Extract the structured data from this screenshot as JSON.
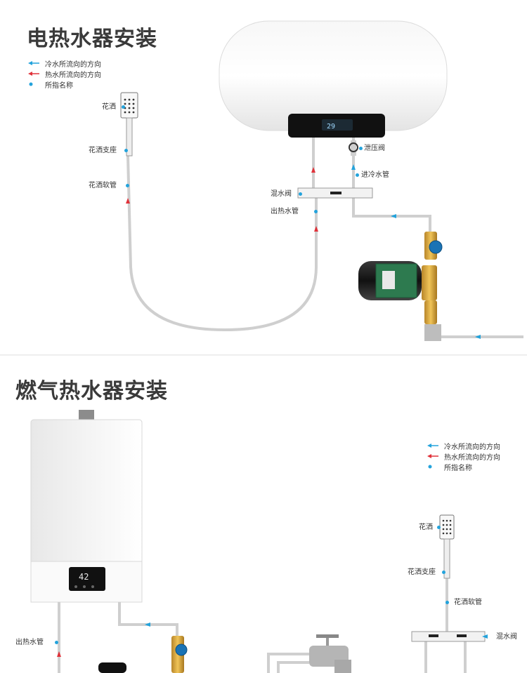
{
  "section1": {
    "title": "电热水器安装",
    "legend": {
      "cold": "冷水所流向的方向",
      "hot": "热水所流向的方向",
      "named": "所指名称"
    },
    "labels": {
      "shower_head": "花洒",
      "shower_bracket": "花洒支座",
      "shower_hose": "花洒软管",
      "relief_valve": "泄压阀",
      "cold_inlet": "进冷水管",
      "mixing_valve": "混水阀",
      "hot_outlet": "出热水管"
    },
    "display": "29"
  },
  "section2": {
    "title": "燃气热水器安装",
    "legend": {
      "cold": "冷水所流向的方向",
      "hot": "热水所流向的方向",
      "named": "所指名称"
    },
    "labels": {
      "shower_head": "花洒",
      "shower_bracket": "花洒支座",
      "shower_hose": "花洒软管",
      "mixing_valve": "混水阀",
      "hot_outlet": "出热水管"
    },
    "display": "42"
  },
  "colors": {
    "cold_arrow": "#23a3dc",
    "hot_arrow": "#e0323a",
    "dot": "#23a3dc",
    "pipe": "#c9c9c9",
    "title": "#3a3a3a"
  }
}
